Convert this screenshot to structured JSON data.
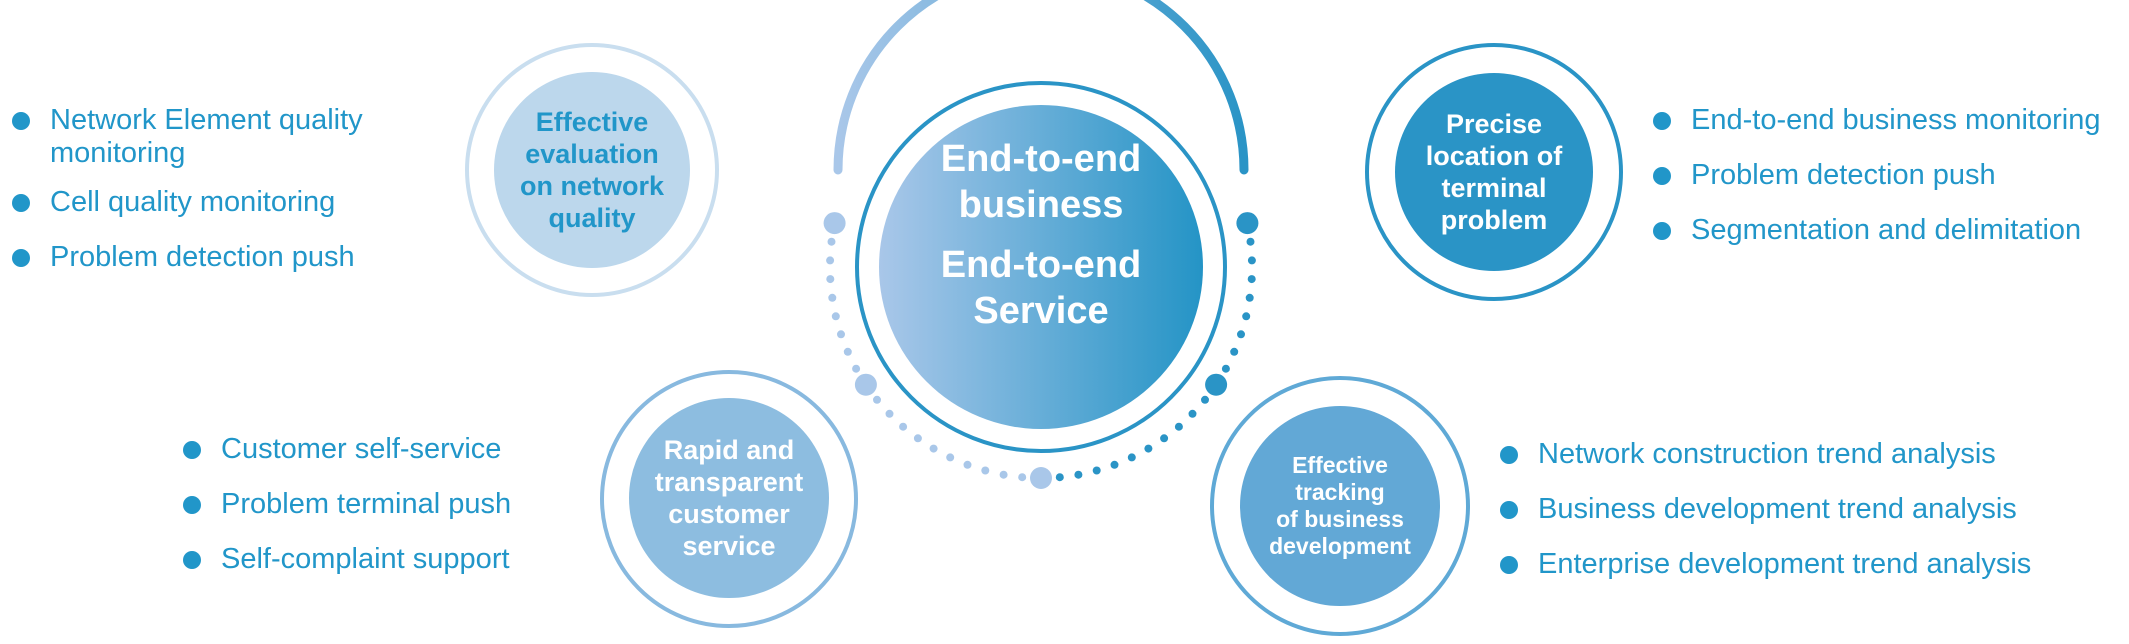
{
  "center": {
    "line1": "End-to-end",
    "line2": "business",
    "line3": "End-to-end",
    "line4": "Service"
  },
  "nodes": {
    "top_left": {
      "lines": [
        "Effective",
        "evaluation",
        "on network",
        "quality"
      ],
      "items": [
        [
          "Network Element quality",
          "monitoring"
        ],
        [
          "Cell quality monitoring"
        ],
        [
          "Problem detection push"
        ]
      ]
    },
    "top_right": {
      "lines": [
        "Precise",
        "location of",
        "terminal",
        "problem"
      ],
      "items": [
        [
          "End-to-end business monitoring"
        ],
        [
          "Problem detection push"
        ],
        [
          "Segmentation and delimitation"
        ]
      ]
    },
    "bottom_left": {
      "lines": [
        "Rapid and",
        "transparent",
        "customer",
        "service"
      ],
      "items": [
        [
          "Customer self-service"
        ],
        [
          "Problem terminal push"
        ],
        [
          "Self-complaint support"
        ]
      ]
    },
    "bottom_right": {
      "lines": [
        "Effective",
        "tracking",
        "of business",
        "development"
      ],
      "items": [
        [
          "Network construction trend analysis"
        ],
        [
          "Business development trend analysis"
        ],
        [
          "Enterprise development trend analysis"
        ]
      ]
    }
  },
  "colors": {
    "text_blue": "#2196c9",
    "dark_blue": "#2a94c6",
    "mid_blue": "#5fa9d6",
    "light_blue": "#bcd7ec",
    "center_left": "#a9c7e9",
    "center_right": "#2494c6"
  }
}
